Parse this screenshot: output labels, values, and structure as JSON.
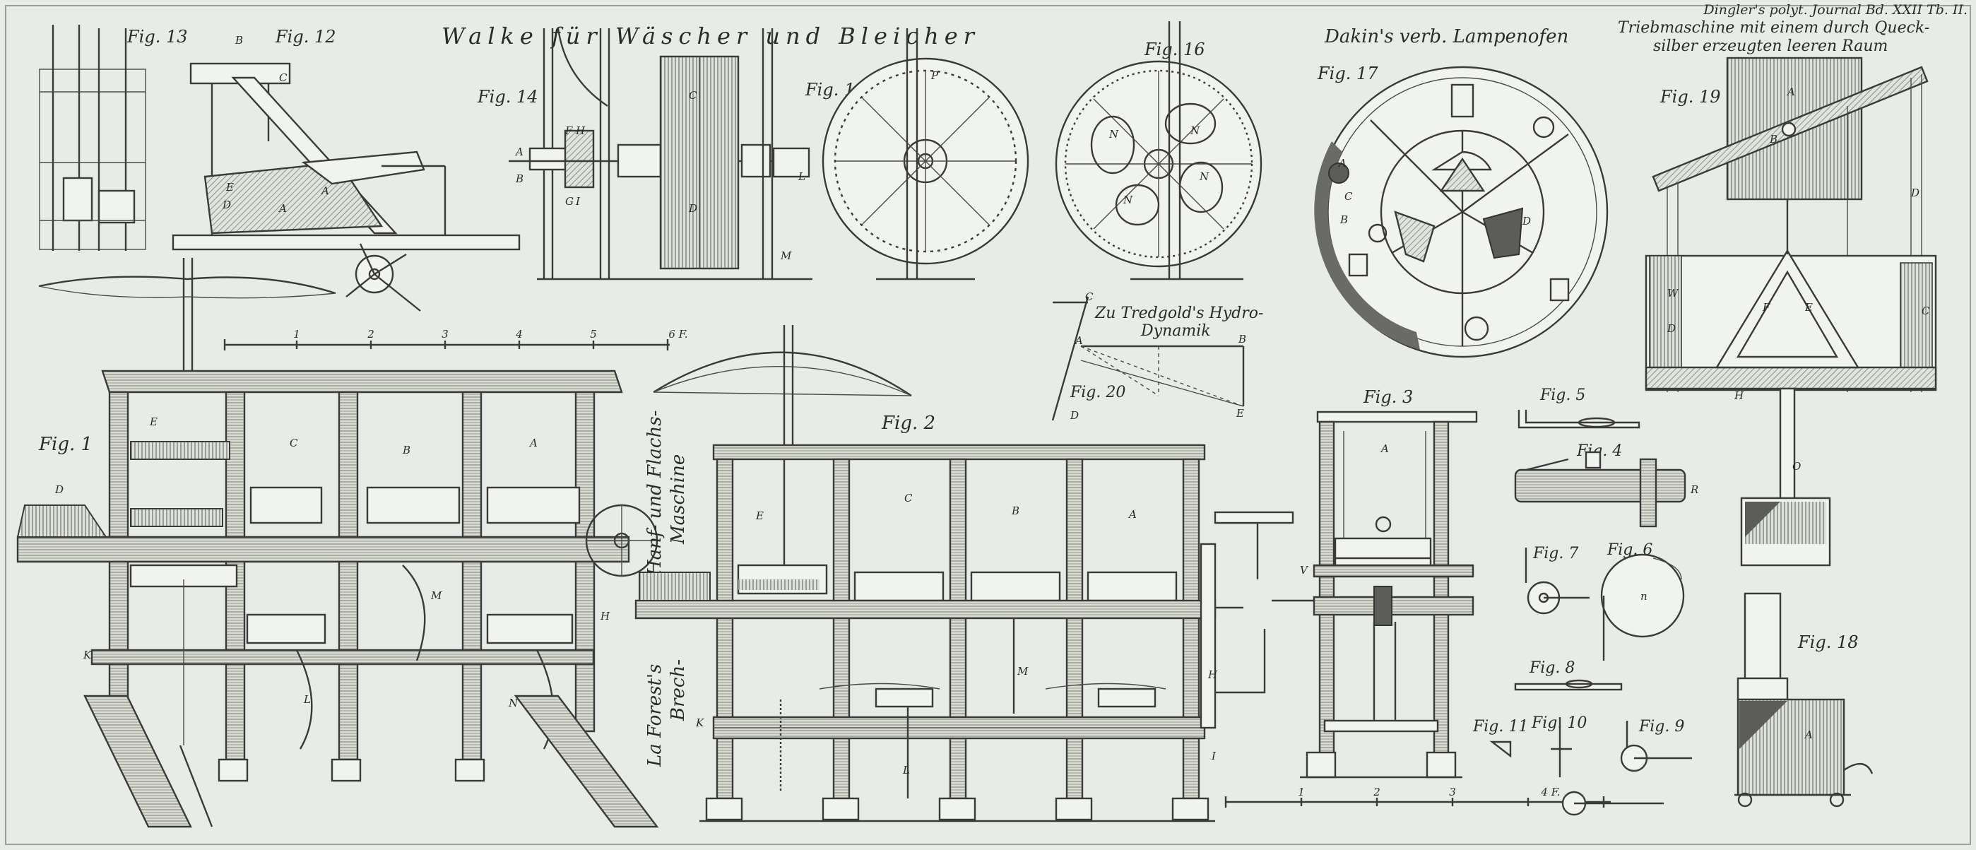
{
  "header": {
    "journal_ref": "Dingler's polyt. Journal Bd. XXII Tb. II.",
    "title_left": "Walke für Wäscher und Bleicher",
    "title_dakin": "Dakin's verb. Lampenofen",
    "title_right_line1": "Triebmaschine mit einem durch Queck-",
    "title_right_line2": "silber erzeugten leeren Raum",
    "tredgold_line1": "Zu Tredgold's Hydro-",
    "tredgold_line2": "Dynamik",
    "hanf_line1": "Hanf- und Flachs-",
    "hanf_line2": "Maschine",
    "brech_line1": "La Forest's",
    "brech_line2": "Brech-"
  },
  "figures": {
    "fig1": "Fig. 1",
    "fig2": "Fig. 2",
    "fig3": "Fig. 3",
    "fig4": "Fig. 4",
    "fig5": "Fig. 5",
    "fig6": "Fig. 6",
    "fig7": "Fig. 7",
    "fig8": "Fig. 8",
    "fig9": "Fig. 9",
    "fig10": "Fig. 10",
    "fig11": "Fig. 11",
    "fig12": "Fig. 12",
    "fig13": "Fig. 13",
    "fig14": "Fig. 14",
    "fig15": "Fig. 15",
    "fig16": "Fig. 16",
    "fig17": "Fig. 17",
    "fig18": "Fig. 18",
    "fig19": "Fig. 19",
    "fig20": "Fig. 20"
  },
  "scale_top": [
    "1",
    "2",
    "3",
    "4",
    "5",
    "6 F."
  ],
  "scale_bottom": [
    "1",
    "2",
    "3",
    "4 F."
  ],
  "letters": {
    "A": "A",
    "B": "B",
    "C": "C",
    "D": "D",
    "E": "E",
    "F": "F",
    "G": "G",
    "H": "H",
    "I": "I",
    "K": "K",
    "L": "L",
    "M": "M",
    "N": "N",
    "O": "O",
    "P": "P",
    "W": "W"
  }
}
